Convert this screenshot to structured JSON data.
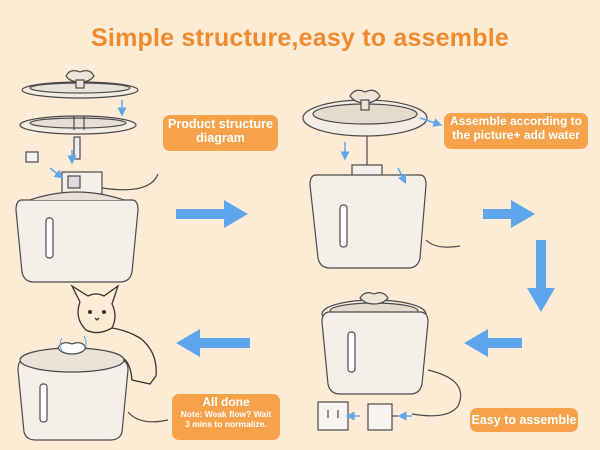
{
  "title": "Simple structure,easy to assemble",
  "steps": [
    {
      "label_line1": "Product structure",
      "label_line2": "diagram"
    },
    {
      "label_line1": "Assemble according to",
      "label_line2": "the picture+ add water"
    },
    {
      "label": "Easy to assemble"
    },
    {
      "label": "All done",
      "note_line1": "Note: Weak flow? Wait",
      "note_line2": "3 mins to normalize."
    }
  ],
  "colors": {
    "background": "#fdebd6",
    "accent": "#f6a24a",
    "title": "#ef8a2e",
    "arrow": "#5da6ec"
  },
  "icons": [
    "arrow-right-icon",
    "arrow-down-icon",
    "arrow-left-icon",
    "cat-icon",
    "fountain-icon",
    "power-adapter-icon",
    "wall-socket-icon"
  ]
}
